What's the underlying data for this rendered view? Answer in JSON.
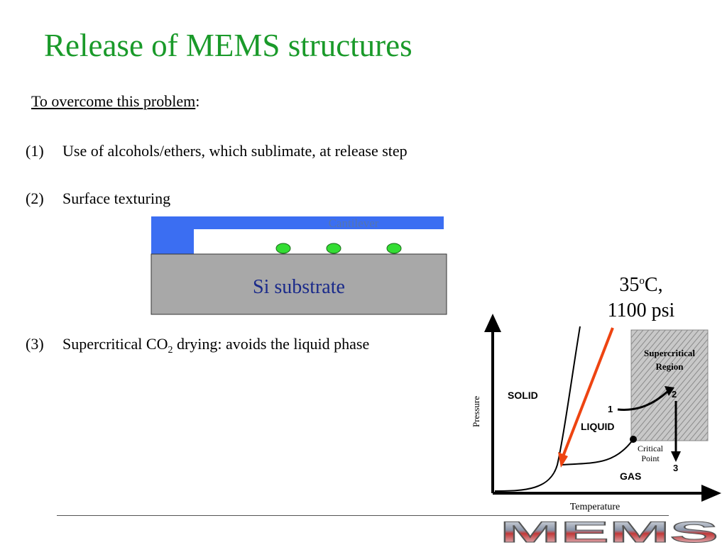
{
  "slide": {
    "title": "Release of MEMS structures",
    "intro": {
      "underlined": "To overcome this problem",
      "tail": ":"
    },
    "items": [
      {
        "num": "(1)",
        "text": "Use of alcohols/ethers, which sublimate, at release step"
      },
      {
        "num": "(2)",
        "text": "Surface texturing"
      },
      {
        "num": "(3)",
        "text_before": "Supercritical CO",
        "text_sub": "2",
        "text_after": " drying: avoids the liquid phase"
      }
    ]
  },
  "cantilever_diagram": {
    "cantilever_label": "Cantilever",
    "substrate_label": "Si substrate",
    "colors": {
      "cantilever": "#3b6ef2",
      "substrate": "#a8a8a8",
      "bumps": "#33dd33"
    }
  },
  "conditions": {
    "temp_value": "35",
    "temp_sup": "o",
    "temp_unit": "C,",
    "pressure": "1100 psi"
  },
  "phase_diagram": {
    "x_label": "Temperature",
    "y_label": "Pressure",
    "regions": {
      "solid": "SOLID",
      "liquid": "LIQUID",
      "gas": "GAS",
      "supercritical_line1": "Supercritical",
      "supercritical_line2": "Region"
    },
    "critical_line1": "Critical",
    "critical_line2": "Point",
    "steps": [
      "1",
      "2",
      "3"
    ],
    "arrow_color": "#ee4411"
  },
  "logo": {
    "text": "MEMS"
  }
}
